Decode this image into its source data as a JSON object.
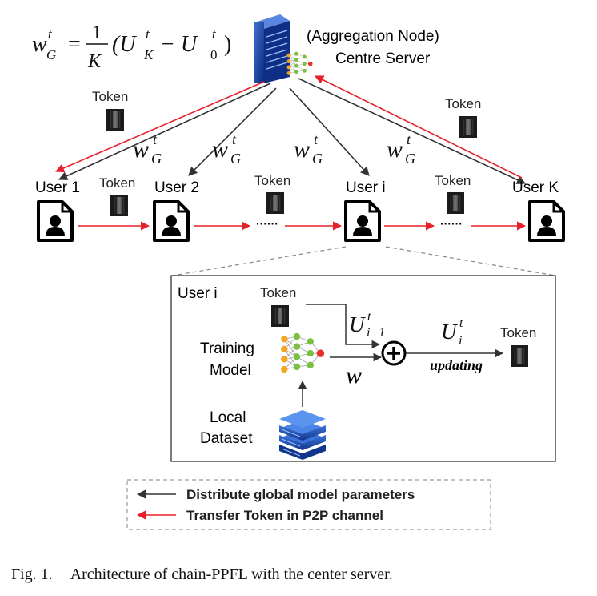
{
  "formula": {
    "lhs": "w",
    "lhs_sup": "t",
    "lhs_sub": "G",
    "eq": "=",
    "frac_num": "1",
    "frac_den": "K",
    "body_open": "(U",
    "body_sup1": "t",
    "body_sub1": "K",
    "body_minus": "− U",
    "body_sup2": "t",
    "body_sub2": "0",
    "body_close": ")"
  },
  "server": {
    "title_line1": "(Aggregation Node)",
    "title_line2": "Centre Server"
  },
  "distribution_label": {
    "w": "w",
    "sup": "t",
    "sub": "G"
  },
  "token_label": "Token",
  "ellipsis": "······",
  "users": [
    {
      "label": "User 1"
    },
    {
      "label": "User 2"
    },
    {
      "label": "User i"
    },
    {
      "label": "User K"
    }
  ],
  "detail": {
    "title": "User i",
    "token_in": "Token",
    "u_prev": "U",
    "u_prev_sup": "t",
    "u_prev_sub": "i−1",
    "u_new": "U",
    "u_new_sup": "t",
    "u_new_sub": "i",
    "updating": "updating",
    "token_out": "Token",
    "training_line1": "Training",
    "training_line2": "Model",
    "w": "w",
    "dataset_line1": "Local",
    "dataset_line2": "Dataset"
  },
  "legend": {
    "black_label": "Distribute global model parameters",
    "red_label": "Transfer Token in  P2P channel",
    "black_color": "#333333",
    "red_color": "#e8202a"
  },
  "caption": {
    "number": "Fig. 1.",
    "text": "Architecture of chain-PPFL with the center server."
  }
}
